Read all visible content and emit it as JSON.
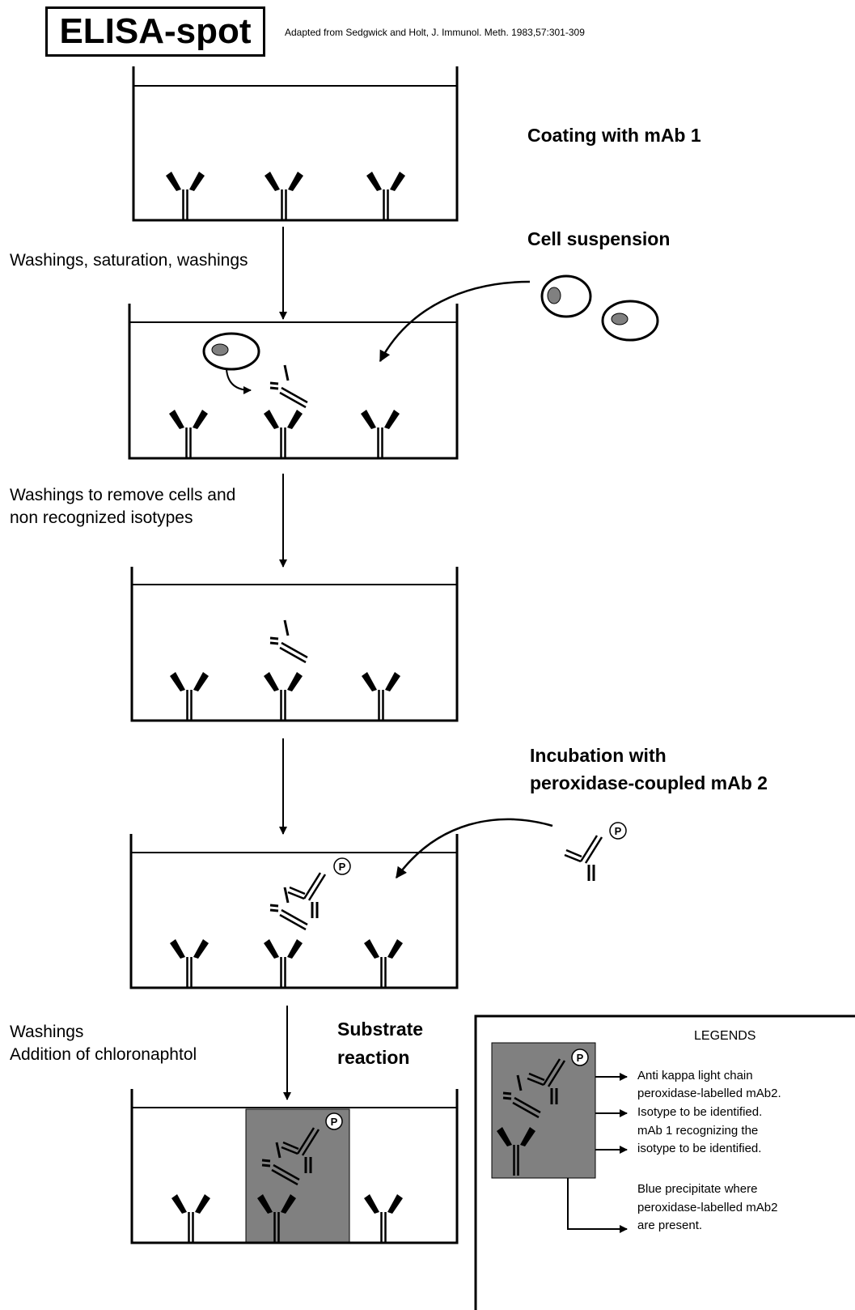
{
  "title": "ELISA-spot",
  "citation": "Adapted from Sedgwick and Holt, J. Immunol. Meth. 1983,57:301-309",
  "steps": {
    "s1": "Washings, saturation, washings",
    "s2a": "Washings to remove cells and",
    "s2b": "non recognized isotypes",
    "s4a": "Washings",
    "s4b": "Addition of chloronaphtol"
  },
  "stages": {
    "coating": "Coating with mAb 1",
    "cells": "Cell suspension",
    "incubation_a": "Incubation with",
    "incubation_b": "peroxidase-coupled mAb 2",
    "substrate_a": "Substrate",
    "substrate_b": "reaction"
  },
  "peroxidase_label": "P",
  "legend": {
    "title": "LEGENDS",
    "items": [
      "Anti kappa light chain",
      "peroxidase-labelled mAb2.",
      "Isotype to be identified.",
      "mAb 1 recognizing the",
      "isotype to be identified.",
      "Blue precipitate where",
      "peroxidase-labelled mAb2",
      "are present."
    ]
  },
  "colors": {
    "ink": "#000000",
    "cell_nucleus": "#808080",
    "precipitate": "#808080"
  }
}
